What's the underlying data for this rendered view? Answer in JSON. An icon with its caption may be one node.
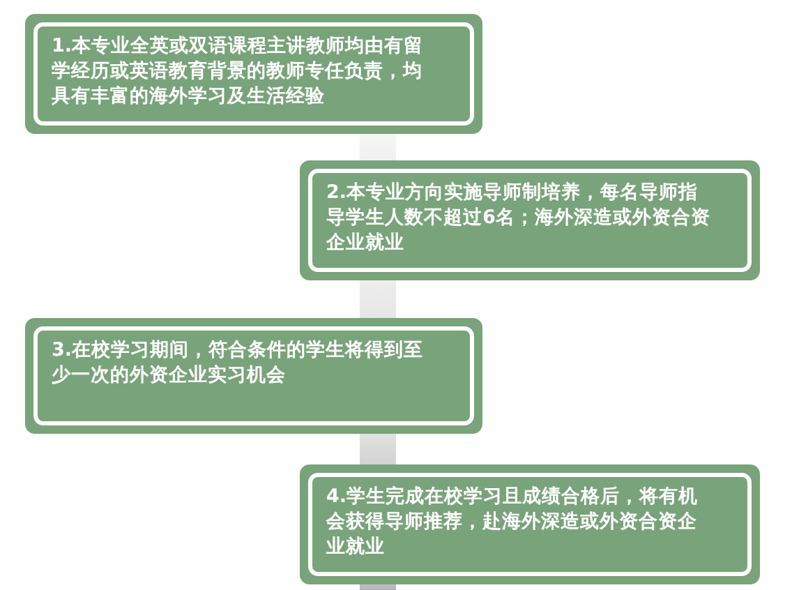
{
  "diagram": {
    "nodes": [
      {
        "text": [
          "1.本专业全英或双语课程主讲教师均由有留学经历或英语教育背景的教师专任负责，均具有丰富的海外学习及生活经验"
        ]
      },
      {
        "text": [
          "2.本专业方向实施导师制培养，每名导师指导学生人数不超过6名；海外深造或外资合资企业就业"
        ]
      },
      {
        "text": [
          "3.在校学习期间，符合条件的学生将得到至少一次的外资企业实习机会"
        ]
      },
      {
        "text": [
          "4.学生完成在校学习且成绩合格后，将有机会获得导师推荐，赴海外深造或外资合资企业就业"
        ]
      },
      {
        "text": [],
        "shape": "bar"
      },
      {
        "text": [],
        "shape": "bar"
      },
      {
        "text": [],
        "shape": "bar"
      },
      {
        "text": [],
        "shape": "bar"
      }
    ]
  }
}
